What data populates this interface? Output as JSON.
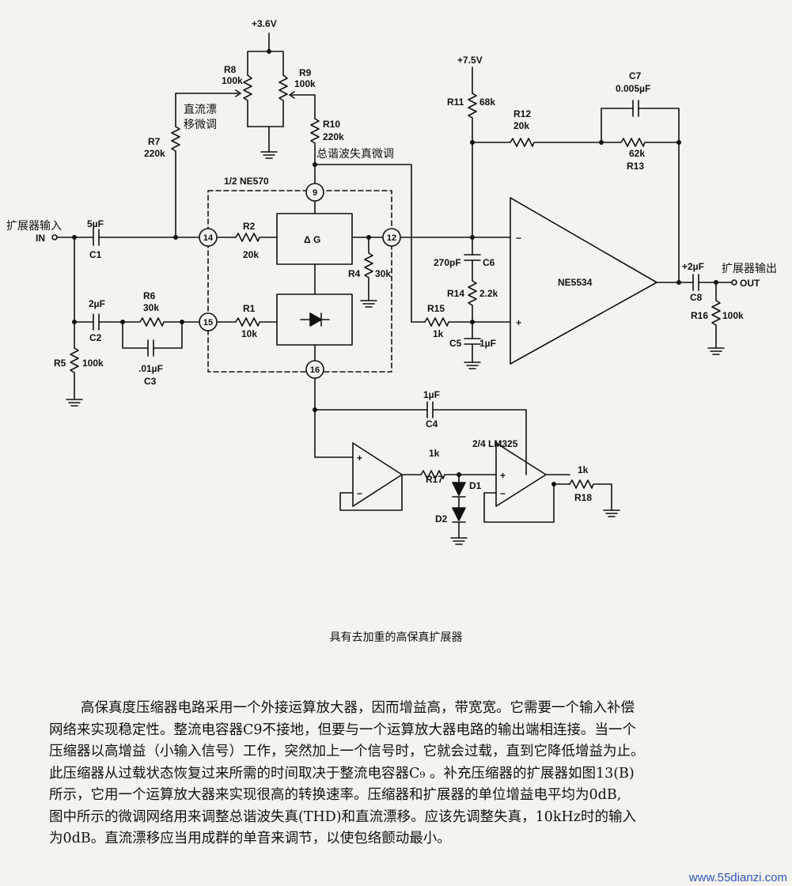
{
  "diagram": {
    "labels": {
      "supply_36": "+3.6V",
      "supply_75": "+7.5V",
      "chip": "1/2 NE570",
      "opamp": "NE5534",
      "lm325": "2/4 LM325",
      "in_cn": "扩展器输入",
      "in": "IN",
      "out_cn": "扩展器输出",
      "out": "OUT",
      "dc_drift_1": "直流漂",
      "dc_drift_2": "移微调",
      "thd_trim": "总谐波失真微调",
      "delta_g": "Δ G"
    },
    "components": {
      "R8": {
        "name": "R8",
        "value": "100k"
      },
      "R9": {
        "name": "R9",
        "value": "100k"
      },
      "R7": {
        "name": "R7",
        "value": "220k"
      },
      "R10": {
        "name": "R10",
        "value": "220k"
      },
      "R11": {
        "name": "R11",
        "value": "68k"
      },
      "R12": {
        "name": "R12",
        "value": "20k"
      },
      "R13": {
        "name": "R13",
        "value": "62k"
      },
      "C7": {
        "name": "C7",
        "value": "0.005µF"
      },
      "C1": {
        "name": "C1",
        "value": "5µF"
      },
      "R2": {
        "name": "R2",
        "value": "20k"
      },
      "R4": {
        "name": "R4",
        "value": "30k"
      },
      "C6": {
        "name": "C6",
        "value": "270pF"
      },
      "R14": {
        "name": "R14",
        "value": "2.2k"
      },
      "R15": {
        "name": "R15",
        "value": "1k"
      },
      "C5": {
        "name": "C5",
        "value": "1µF"
      },
      "C8": {
        "name": "C8",
        "value": "+2µF"
      },
      "R16": {
        "name": "R16",
        "value": "100k"
      },
      "C2": {
        "name": "C2",
        "value": "2µF"
      },
      "R6": {
        "name": "R6",
        "value": "30k"
      },
      "R1": {
        "name": "R1",
        "value": "10k"
      },
      "C3": {
        "name": "C3",
        "value": ".01µF"
      },
      "R5": {
        "name": "R5",
        "value": "100k"
      },
      "C4": {
        "name": "C4",
        "value": "1µF"
      },
      "R17": {
        "name": "R17",
        "value": "1k"
      },
      "R18": {
        "name": "R18",
        "value": "1k"
      },
      "D1": {
        "name": "D1"
      },
      "D2": {
        "name": "D2"
      }
    },
    "pins": {
      "p9": "9",
      "p14": "14",
      "p15": "15",
      "p12": "12",
      "p16": "16"
    }
  },
  "caption": "具有去加重的高保真扩展器",
  "paragraph": [
    "高保真度压缩器电路采用一个外接运算放大器，因而增益高，带宽宽。它需要一个输入补偿",
    "网络来实现稳定性。整流电容器C9不接地，但要与一个运算放大器电路的输出端相连接。当一个",
    "压缩器以高增益（小输入信号）工作，突然加上一个信号时，它就会过载，直到它降低增益为止。",
    "此压缩器从过载状态恢复过来所需的时间取决于整流电容器C₉ 。补充压缩器的扩展器如图13(B)",
    "所示，它用一个运算放大器来实现很高的转换速率。压缩器和扩展器的单位增益电平均为0dB,",
    "图中所示的微调网络用来调整总谐波失真(THD)和直流漂移。应该先调整失真，10kHz时的输入",
    "为0dB。直流漂移应当用成群的单音来调节，以使包络颤动最小。"
  ],
  "watermark": "www.55dianzi.com"
}
